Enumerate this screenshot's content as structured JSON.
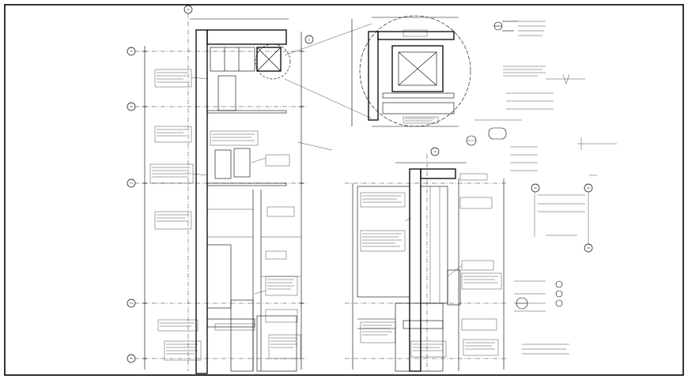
{
  "drawing": {
    "grid_bubbles_left": [
      "F1",
      "F2",
      "F3",
      "F4",
      "F5"
    ],
    "grid_bubbles_top": [
      "C1",
      "C2"
    ],
    "section_tags": [
      "A1",
      "A2",
      "A3"
    ],
    "detail_callout": "1"
  },
  "colors": {
    "ink": "#000000",
    "paper": "#ffffff"
  }
}
